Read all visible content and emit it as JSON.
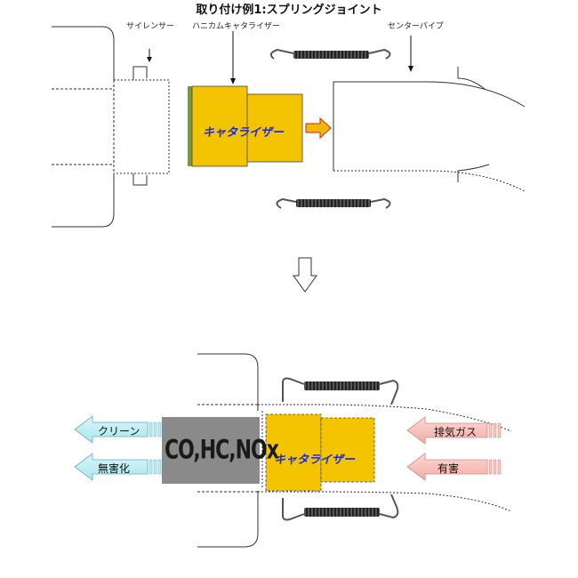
{
  "title": "取り付け例1:スプリングジョイント",
  "labels": {
    "silencer": "サイレンサー",
    "honeycomb_catalyzer": "ハニカムキャタライザー",
    "center_pipe": "センターパイプ"
  },
  "catalyzer_text": "キャタライザー",
  "pollutants": "CO,HC,NOx",
  "outputs": [
    "クリーン",
    "無害化"
  ],
  "inputs": [
    "排気ガス",
    "有害"
  ],
  "colors": {
    "catalyzer": "#f5c400",
    "catalyzer_text": "#1a2bd6",
    "clean_arrow": "#bfeff6",
    "exhaust_arrow": "#f8c4c0",
    "pollutant_box": "#8a8a8a"
  }
}
